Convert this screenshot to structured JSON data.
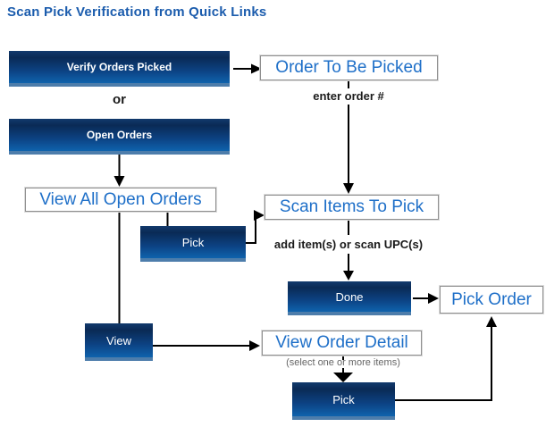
{
  "title": "Scan Pick Verification from Quick Links",
  "buttons": {
    "verify_orders_picked": "Verify Orders Picked",
    "open_orders": "Open Orders",
    "pick_middle": "Pick",
    "done": "Done",
    "view": "View",
    "pick_bottom": "Pick"
  },
  "links": {
    "order_to_be_picked": "Order To Be Picked",
    "view_all_open_orders": "View All Open Orders",
    "scan_items_to_pick": "Scan Items To Pick",
    "pick_order": "Pick Order",
    "view_order_detail": "View Order Detail"
  },
  "annotations": {
    "or": "or",
    "enter_order": "enter order #",
    "add_items": "add item(s) or scan UPC(s)",
    "select_items": "(select one or more items)"
  },
  "colors": {
    "title_blue": "#1b5cad",
    "link_blue": "#1e6fc8",
    "button_gradient_top": "#0a2a55",
    "button_gradient_bottom": "#0f63ad",
    "button_bottom_strip": "#4d7dab",
    "box_border": "#8f8f8f",
    "annotation_gray": "#666666",
    "arrow_black": "#000000"
  }
}
